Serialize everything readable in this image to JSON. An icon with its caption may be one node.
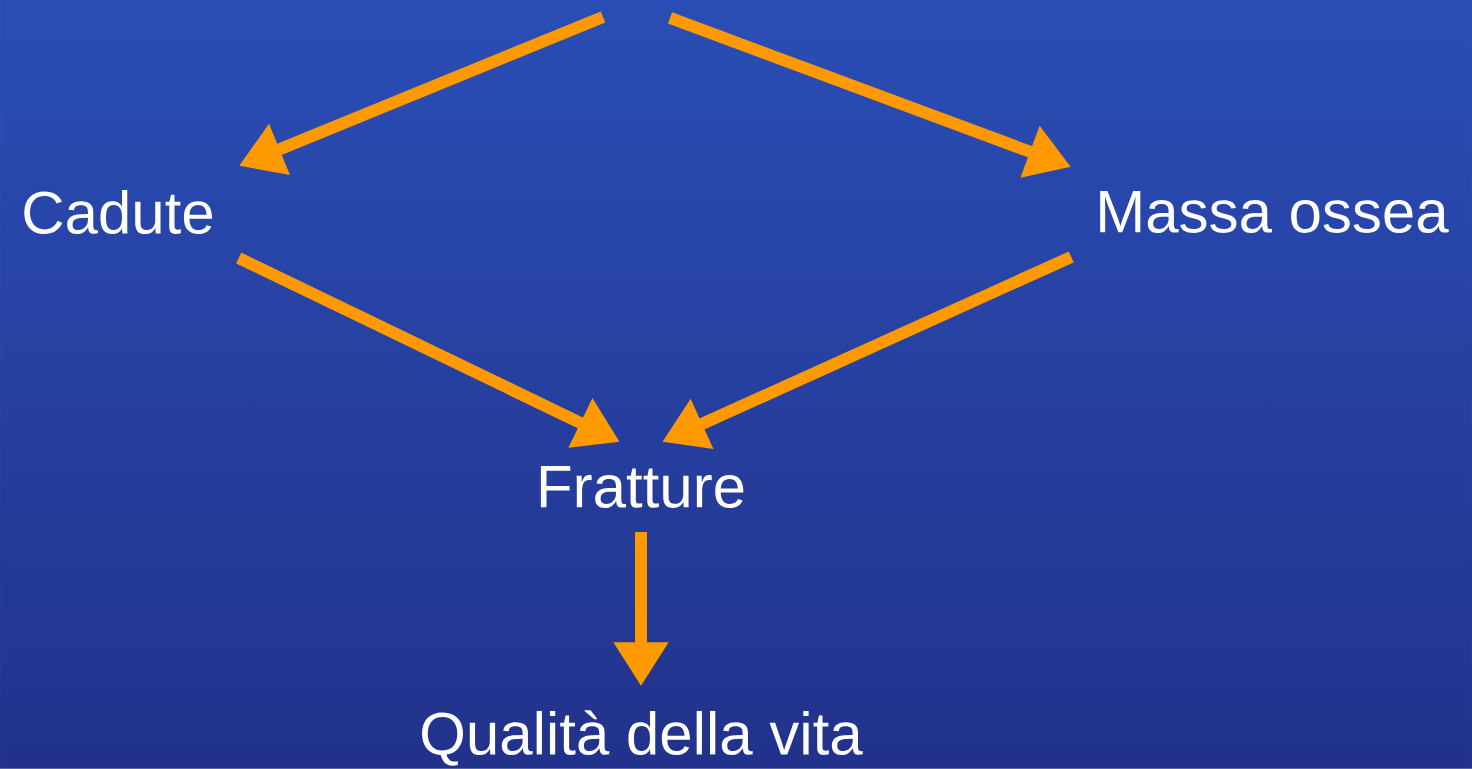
{
  "diagram": {
    "nodes": [
      {
        "text": [
          "Cadute"
        ]
      },
      {
        "text": [
          "Massa ossea"
        ]
      },
      {
        "text": [
          "Fratture"
        ]
      },
      {
        "text": [
          "Qualità della vita"
        ]
      }
    ],
    "edges": [
      {
        "from": null,
        "to": 0,
        "arrow": "to"
      },
      {
        "from": null,
        "to": 1,
        "arrow": "to"
      },
      {
        "from": 0,
        "to": 2,
        "arrow": "to"
      },
      {
        "from": 1,
        "to": 2,
        "arrow": "to"
      },
      {
        "from": 2,
        "to": 3,
        "arrow": "to"
      }
    ]
  }
}
